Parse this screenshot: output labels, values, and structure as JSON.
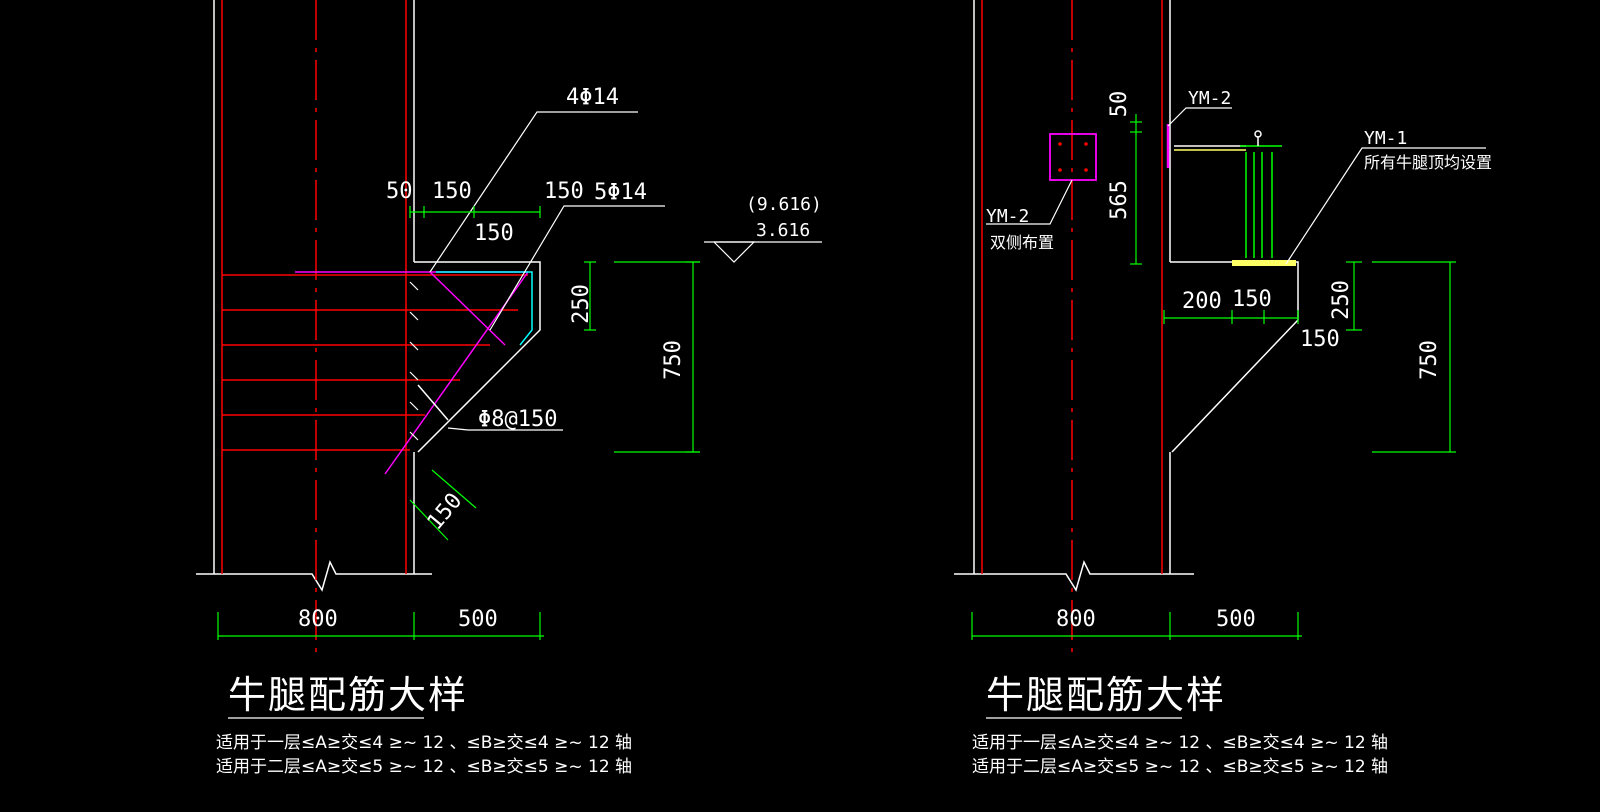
{
  "colors": {
    "background": "#000000",
    "column": "#ffffff",
    "rebar": "#ff0000",
    "dimension": "#00ff00",
    "stirrup": "#ff00ff",
    "topbar": "#00ffff",
    "plate": "#ffff66"
  },
  "left": {
    "labels": {
      "bar_top": "4Φ14",
      "bar_side": "5Φ14",
      "stirrup": "Φ8@150",
      "dim_50": "50",
      "dim_150_a": "150",
      "dim_150_b": "150",
      "dim_150_c": "150",
      "dim_250": "250",
      "dim_750": "750",
      "dim_150_diag": "150",
      "dim_800": "800",
      "dim_500": "500",
      "elev_top": "(9.616)",
      "elev_bot": "3.616"
    },
    "title": "牛腿配筋大样",
    "notes": [
      "适用于一层≤A≥交≤4 ≥~ 12 、≤B≥交≤4 ≥~ 12 轴",
      "适用于二层≤A≥交≤5 ≥~ 12 、≤B≥交≤5 ≥~ 12 轴"
    ]
  },
  "right": {
    "labels": {
      "ym2_top": "YM-2",
      "ym2_side": "YM-2",
      "ym2_side_note": "双侧布置",
      "ym1": "YM-1",
      "ym1_note": "所有牛腿顶均设置",
      "dim_50": "50",
      "dim_565": "565",
      "dim_200": "200",
      "dim_150": "150",
      "dim_150_b": "150",
      "dim_250": "250",
      "dim_750": "750",
      "dim_800": "800",
      "dim_500": "500"
    },
    "title": "牛腿配筋大样",
    "notes": [
      "适用于一层≤A≥交≤4 ≥~ 12 、≤B≥交≤4 ≥~ 12 轴",
      "适用于二层≤A≥交≤5 ≥~ 12 、≤B≥交≤5 ≥~ 12 轴"
    ]
  }
}
